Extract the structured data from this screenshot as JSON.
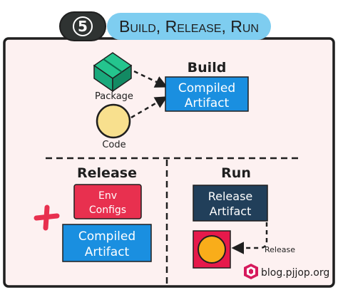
{
  "header": {
    "number": "5",
    "title": "Build, Release, Run"
  },
  "build": {
    "heading": "Build",
    "package_label": "Package",
    "code_label": "Code",
    "artifact_line1": "Compiled",
    "artifact_line2": "Artifact"
  },
  "release": {
    "heading": "Release",
    "env_line1": "Env",
    "env_line2": "Configs",
    "plus": "+",
    "artifact_line1": "Compiled",
    "artifact_line2": "Artifact"
  },
  "run": {
    "heading": "Run",
    "artifact_line1": "Release",
    "artifact_line2": "Artifact",
    "arrow_label": "Release"
  },
  "footer": {
    "site": "blog.pjjop.org"
  },
  "colors": {
    "background": "#fdf1f1",
    "frame": "#1f1f1f",
    "title_pill": "#7ecdf0",
    "number_badge": "#2f3332",
    "package_green": "#19a97c",
    "code_yellow": "#f8e08e",
    "artifact_blue": "#1a8fe0",
    "env_red": "#e8304f",
    "release_navy": "#213f5a",
    "run_square": "#e6194b",
    "run_circle": "#f9ad1a",
    "logo_pink": "#d61a5c"
  },
  "icons": [
    "package-box-icon",
    "code-circle-icon",
    "plus-icon",
    "logo-icon"
  ]
}
